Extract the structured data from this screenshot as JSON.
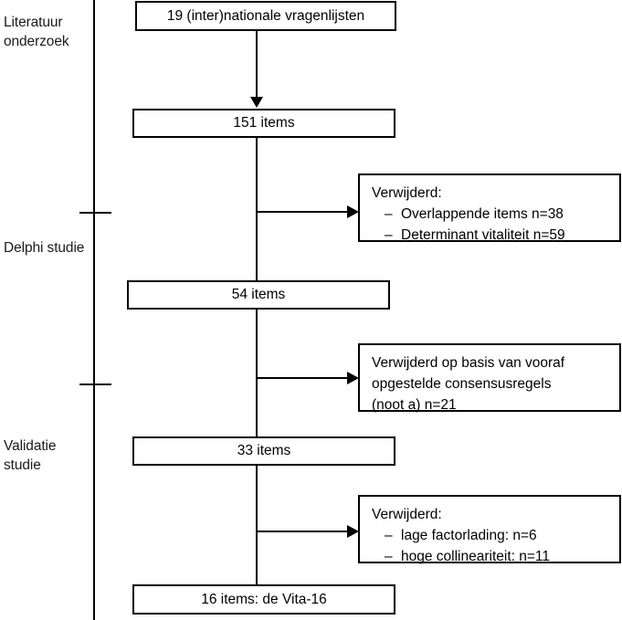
{
  "figure": {
    "type": "flowchart",
    "title": "Ontwikkeling van de Vita-16 vragenlijst",
    "language": "nl"
  },
  "stages": [
    {
      "id": "literatuuronderzoek",
      "label": "Literatuur\nonderzoek"
    },
    {
      "id": "delphi-studie",
      "label": "Delphi studie"
    },
    {
      "id": "validatie-studie",
      "label": "Validatie\nstudie"
    }
  ],
  "nodes": [
    {
      "id": "node-1",
      "label": "19 (inter)nationale vragenlijsten"
    },
    {
      "id": "node-2",
      "label": "151 items"
    },
    {
      "id": "node-3",
      "label": "54 items"
    },
    {
      "id": "node-4",
      "label": "33 items"
    },
    {
      "id": "node-5",
      "label": "16 items: de Vita-16"
    }
  ],
  "exclusions": [
    {
      "id": "exclusion-1",
      "heading": "Verwijderd:",
      "items": [
        "Overlappende items n=38",
        "Determinant vitaliteit n=59"
      ],
      "bullet": "–"
    },
    {
      "id": "exclusion-2",
      "paragraph": "Verwijderd op basis van vooraf\nopgestelde consensusregels\n(noot a) n=21"
    },
    {
      "id": "exclusion-3",
      "heading": "Verwijderd:",
      "items": [
        "lage factorlading: n=6",
        "hoge collineariteit: n=11"
      ],
      "bullet": "–"
    }
  ],
  "colors": {
    "stroke": "#000000",
    "fill": "#ffffff",
    "text": "#000000"
  }
}
